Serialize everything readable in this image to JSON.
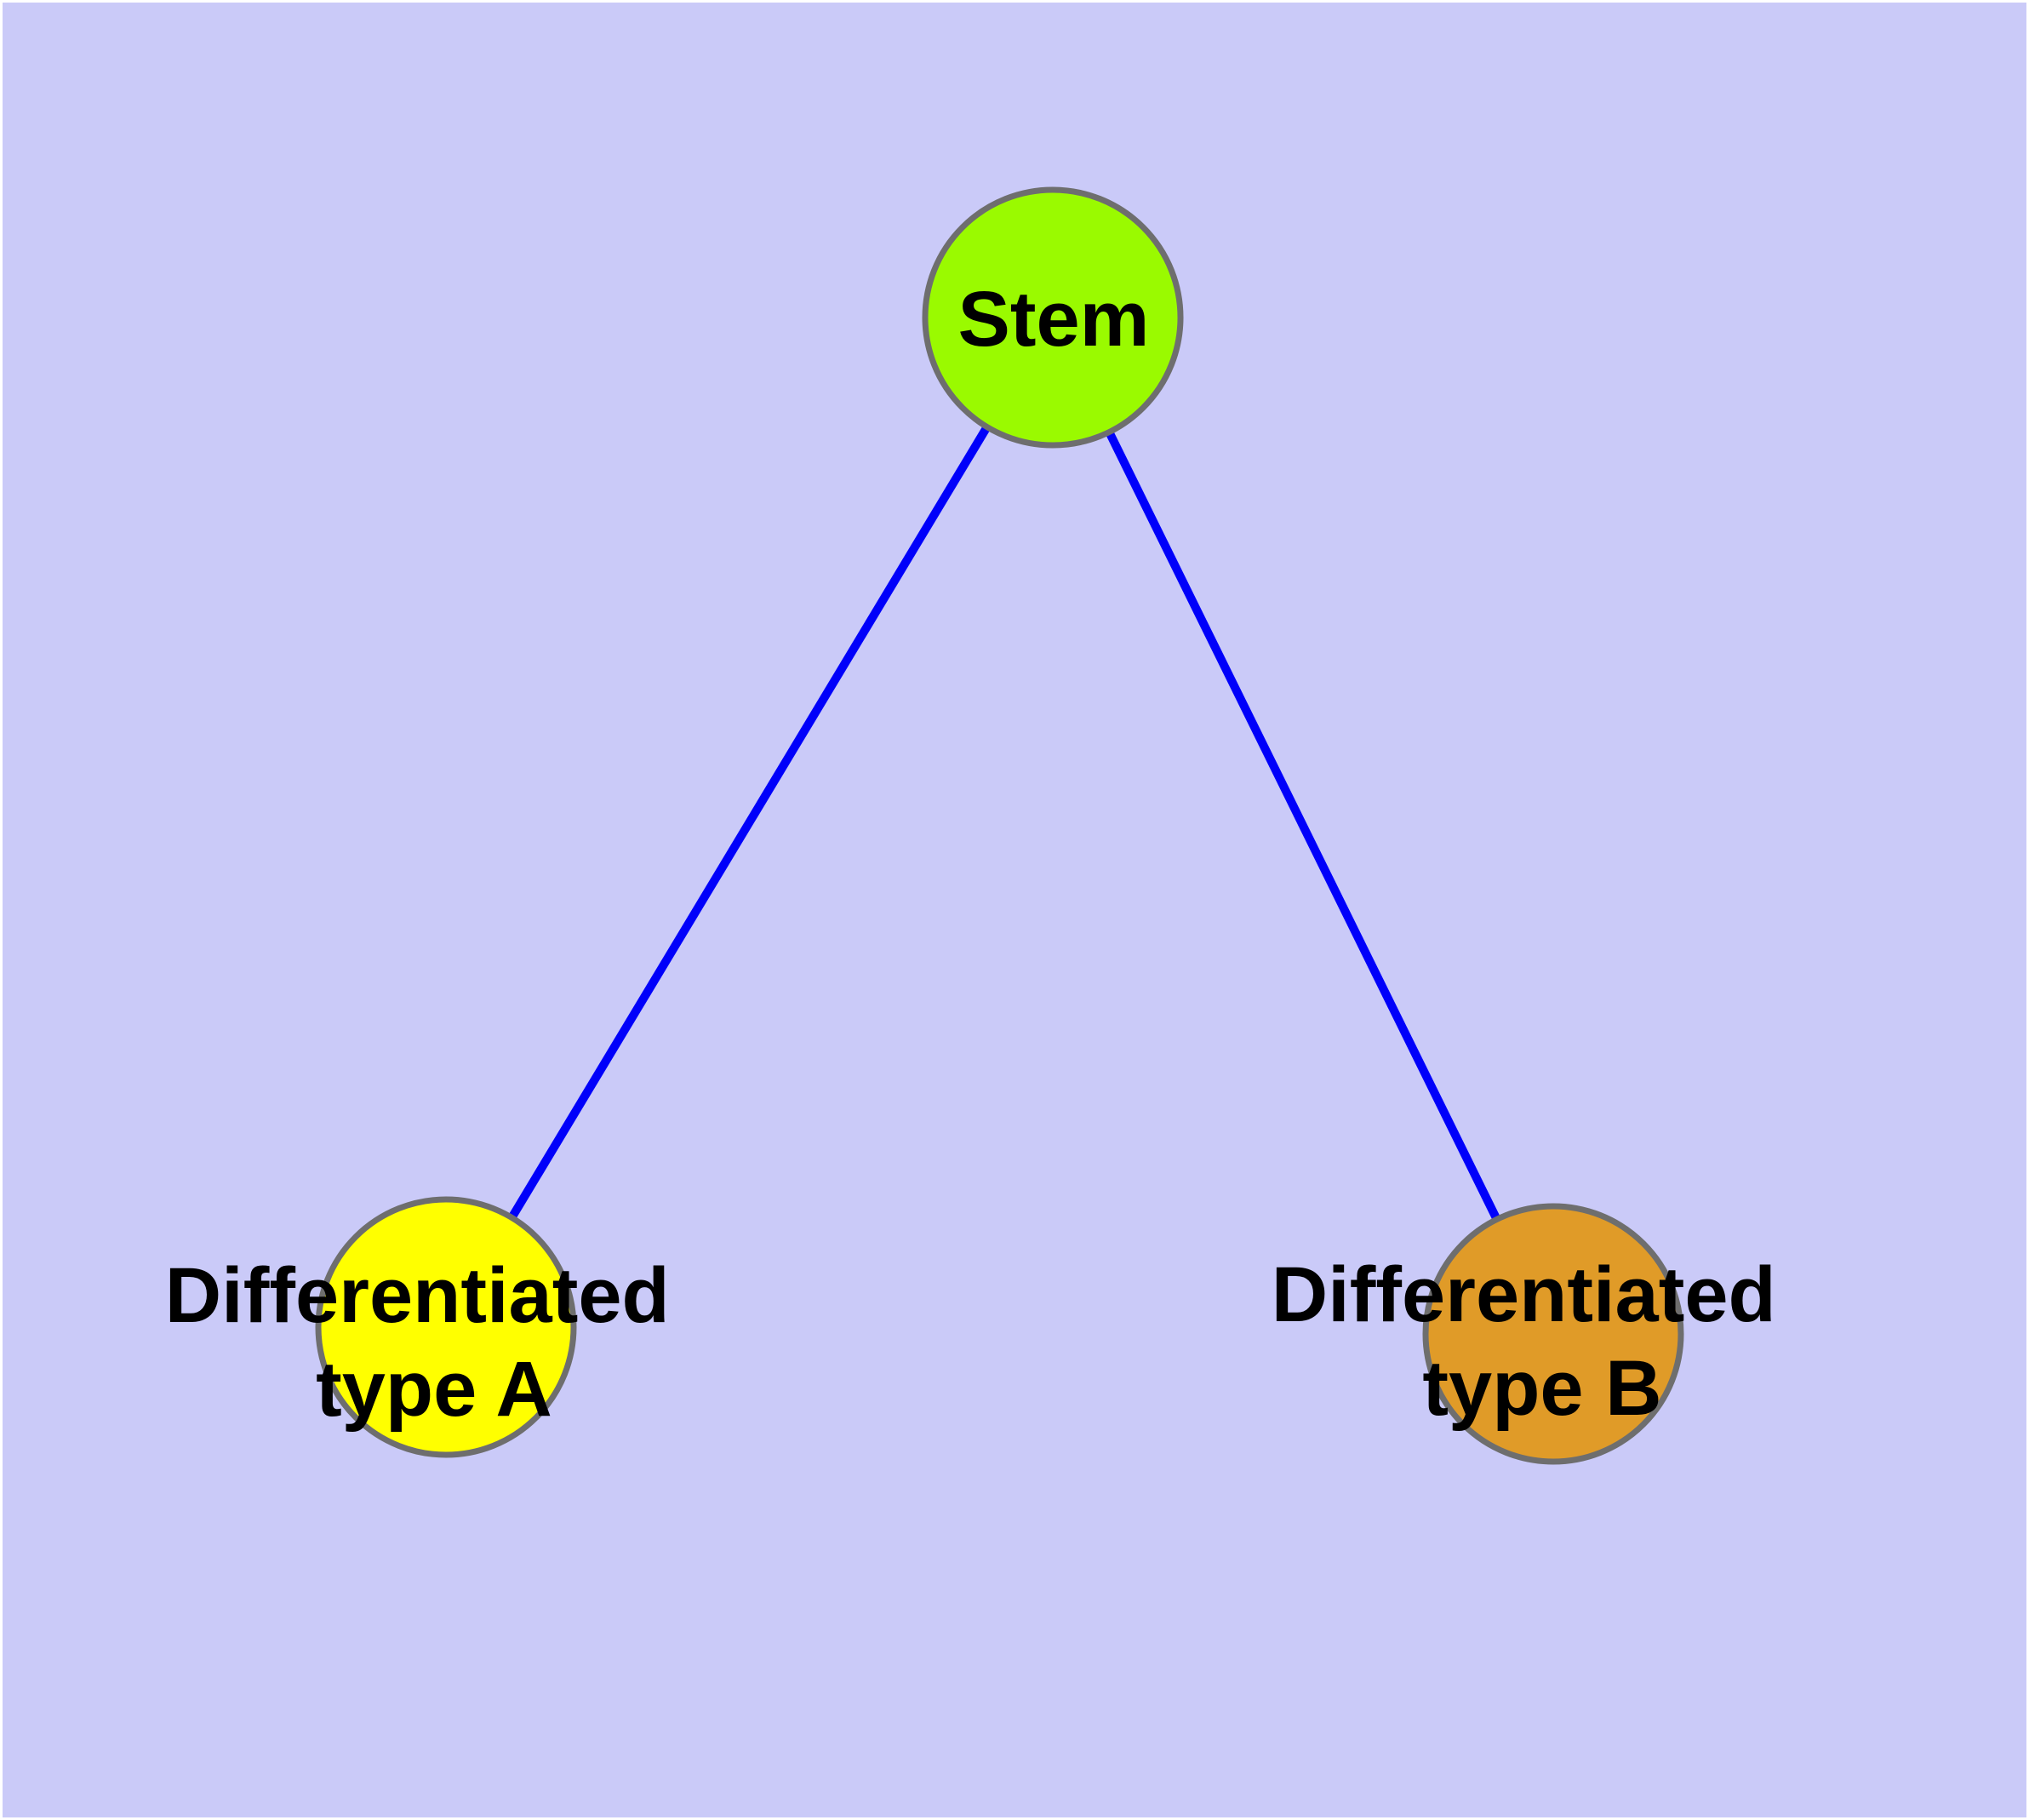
{
  "diagram": {
    "type": "graph",
    "background_color": "#CACAF8",
    "frame_color": "#FFFFFF",
    "edge_color": "#0000FA",
    "node_border_color": "#6E6E6E",
    "text_color": "#000000",
    "nodes": [
      {
        "id": "stem",
        "label": "Stem",
        "fill": "#9AFA00"
      },
      {
        "id": "typeA",
        "label": "Differentiated type A",
        "label_lines": [
          "Differentiated",
          "type A"
        ],
        "fill": "#FFFF00"
      },
      {
        "id": "typeB",
        "label": "Differentiated type B",
        "label_lines": [
          "Differentiated",
          "type B"
        ],
        "fill": "#E09B28"
      }
    ],
    "edges": [
      {
        "from": "Stem",
        "to": "Differentiated type A"
      },
      {
        "from": "Stem",
        "to": "Differentiated type B"
      }
    ]
  }
}
